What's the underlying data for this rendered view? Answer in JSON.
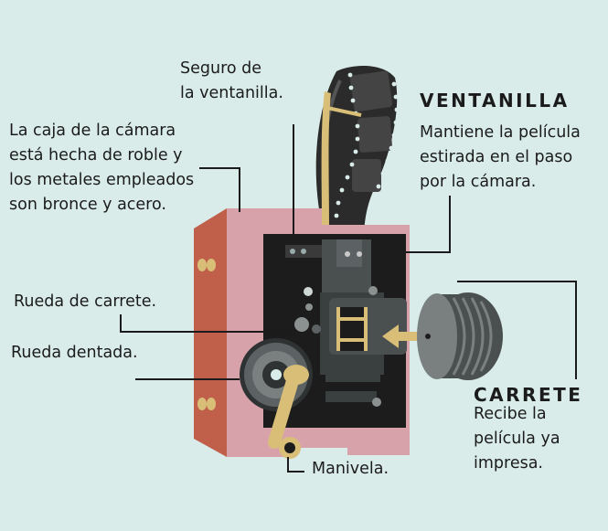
{
  "labels": {
    "seguro": "Seguro de\nla ventanilla.",
    "caja": "La caja de la cámara\nestá hecha de roble y\nlos metales empleados\nson bronce y acero.",
    "rueda_carrete": "Rueda de carrete.",
    "rueda_dentada": "Rueda dentada.",
    "manivela": "Manivela."
  },
  "ventanilla": {
    "title": "VENTANILLA",
    "description": "Mantiene la película\nestirada en el paso\npor la cámara."
  },
  "carrete": {
    "title": "CARRETE",
    "description": "Recibe la\npelícula ya\nimpresa."
  },
  "colors": {
    "background": "#d9ecea",
    "case_front": "#d8a2ab",
    "case_side": "#c0604a",
    "interior": "#1c1c1c",
    "mechanism": "#4a4f50",
    "brass": "#d9be78",
    "leader_line": "#1b1b1b"
  }
}
